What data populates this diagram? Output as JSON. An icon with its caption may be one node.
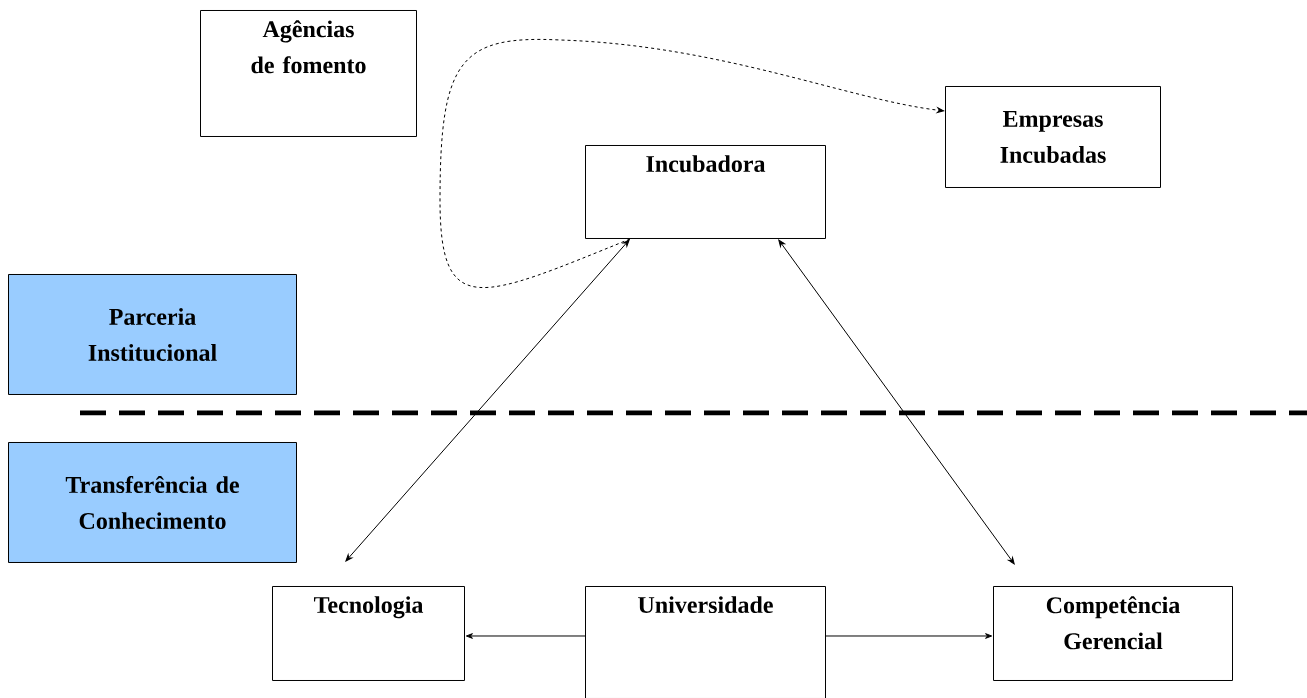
{
  "diagram": {
    "nodes": [
      {
        "text": [
          "Agências de fomento"
        ]
      },
      {
        "text": [
          "Empresas Incubadas"
        ]
      },
      {
        "text": [
          "Incubadora"
        ]
      },
      {
        "text": [
          "Parceria Institucional"
        ]
      },
      {
        "text": [
          "Transferência de Conhecimento"
        ]
      },
      {
        "text": [
          "Tecnologia"
        ]
      },
      {
        "text": [
          "Universidade"
        ]
      },
      {
        "text": [
          "Competência Gerencial"
        ]
      }
    ],
    "edges": [
      {
        "from": 2,
        "to": 1,
        "arrow": "to",
        "style": "dashed"
      },
      {
        "from": 2,
        "to": 5,
        "arrow": "both"
      },
      {
        "from": 2,
        "to": 7,
        "arrow": "both"
      },
      {
        "from": 6,
        "to": 5,
        "arrow": "to"
      },
      {
        "from": 6,
        "to": 7,
        "arrow": "to"
      }
    ]
  }
}
